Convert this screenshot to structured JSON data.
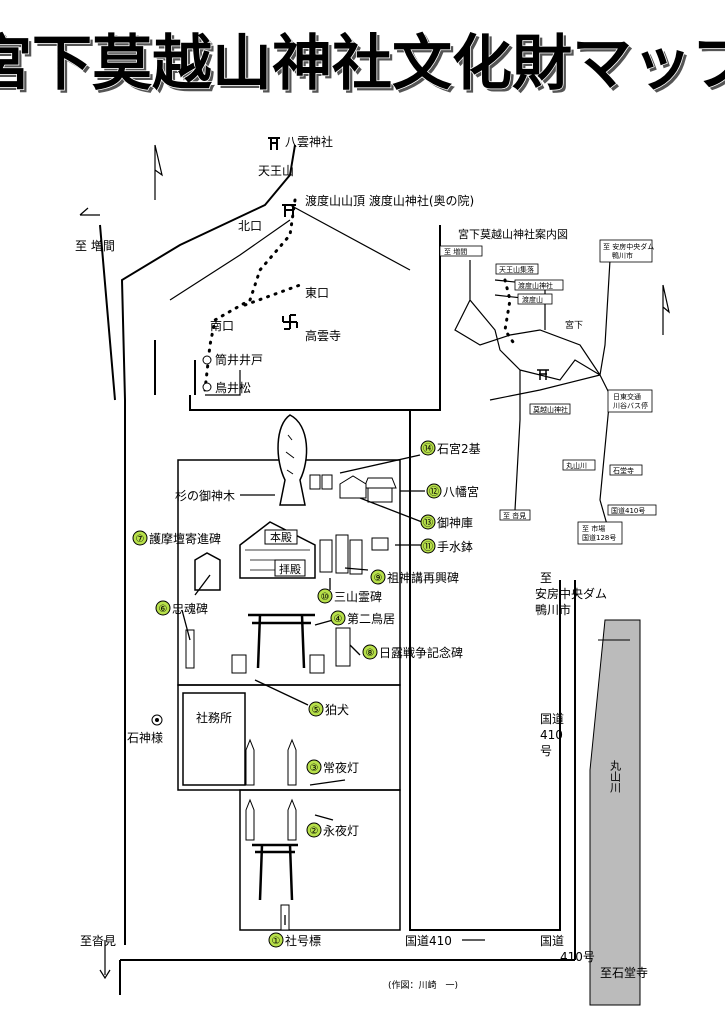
{
  "title": "宮下莫越山神社文化財マップ",
  "labels": {
    "yakumo": "八雲神社",
    "tennosan": "天王山",
    "summit": "渡度山山頂 渡度山神社(奥の院)",
    "kitaguchi": "北口",
    "to_masuma": "至 増間",
    "higashiguchi": "東口",
    "minamiguchi": "南口",
    "kouunji": "高雲寺",
    "tsutsuiido": "筒井井戸",
    "karasumatsu": "鳥井松",
    "sugi": "杉の御神木",
    "ishijingu": "石神様",
    "shamusho": "社務所",
    "honden": "本殿",
    "haiden": "拝殿",
    "to_kutsumi": "至沓見",
    "kokudo410_bottom": "国道410",
    "kokudo_right": "国道\n410\n号",
    "to_awa": "至\n安房中央ダム\n鴨川市",
    "maruyamagawa": "丸山川",
    "kokudo_br": "国道\n410号",
    "to_ishidouji": "至石堂寺",
    "credit": "(作図：川崎　一)"
  },
  "items": [
    {
      "num": "⑭",
      "label": "石宮2基"
    },
    {
      "num": "⑫",
      "label": "八幡宮"
    },
    {
      "num": "⑬",
      "label": "御神庫"
    },
    {
      "num": "⑦",
      "label": "護摩壇寄進碑"
    },
    {
      "num": "⑪",
      "label": "手水鉢"
    },
    {
      "num": "⑨",
      "label": "祖神講再興碑"
    },
    {
      "num": "⑩",
      "label": "三山霊碑"
    },
    {
      "num": "⑥",
      "label": "忠魂碑"
    },
    {
      "num": "④",
      "label": "第二鳥居"
    },
    {
      "num": "⑧",
      "label": "日露戦争記念碑"
    },
    {
      "num": "⑤",
      "label": "狛犬"
    },
    {
      "num": "③",
      "label": "常夜灯"
    },
    {
      "num": "②",
      "label": "永夜灯"
    },
    {
      "num": "①",
      "label": "社号標"
    }
  ],
  "inset": {
    "title": "宮下莫越山神社案内図",
    "to_masuma": "至 増間",
    "tennosan_kaido": "天王山集落",
    "watarido_jinja": "渡度山神社",
    "watarido": "渡度山",
    "miyashita": "宮下",
    "kosetsu": "莫越山神社",
    "to_awa": "至 安房中央ダム\n鴨川市",
    "bus": "日東交通\n川谷バス停",
    "maruyamagawa": "丸山川",
    "ishidouji": "石堂寺",
    "r410": "国道410号",
    "to_kutsumi": "至 沓見",
    "to_ichiba": "至 市場\n国道128号"
  }
}
